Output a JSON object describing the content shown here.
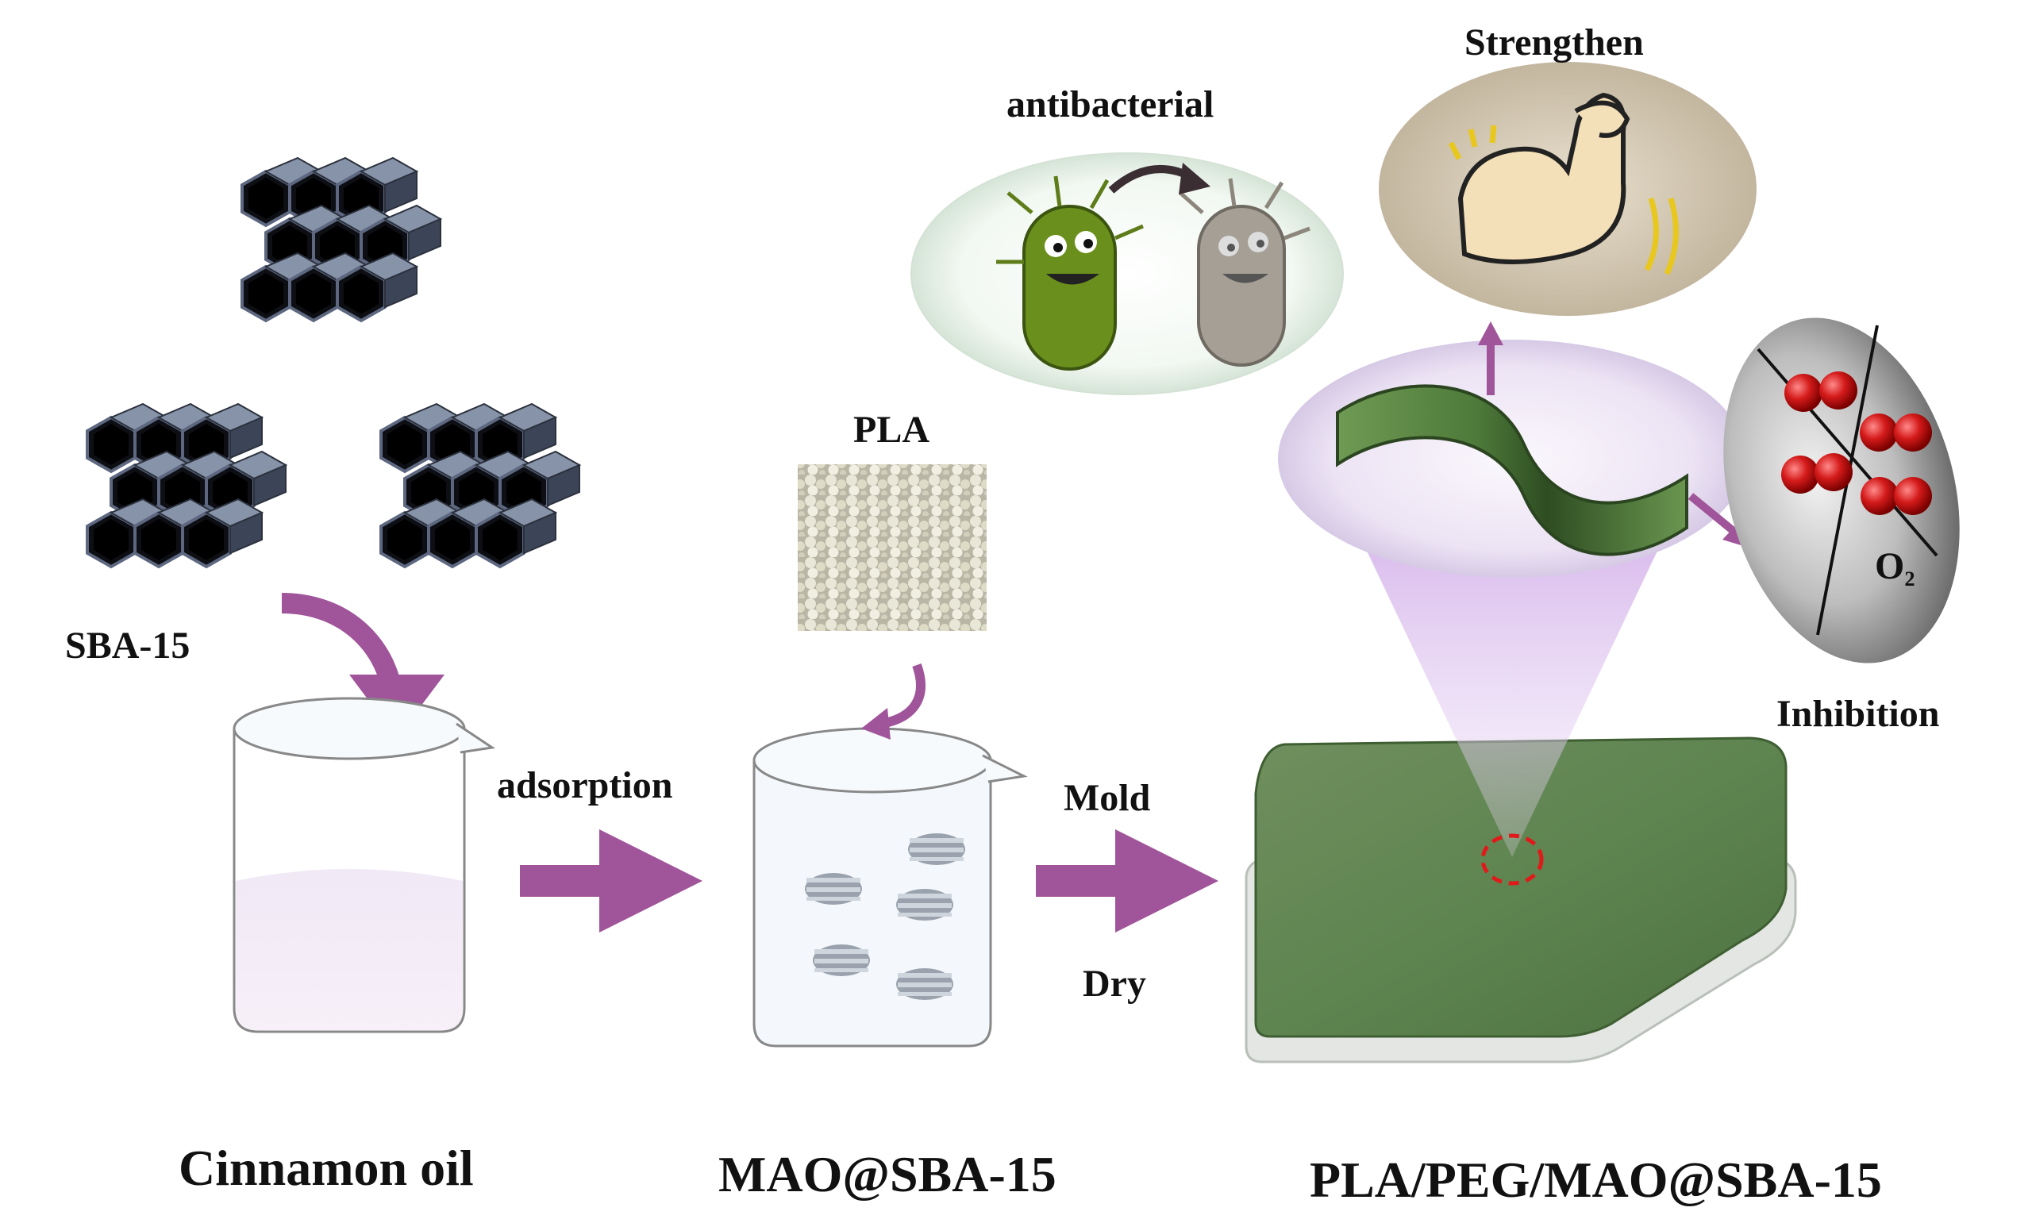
{
  "labels": {
    "sba15": "SBA-15",
    "adsorption": "adsorption",
    "mold": "Mold",
    "dry": "Dry",
    "pla": "PLA",
    "antibacterial": "antibacterial",
    "strengthen": "Strengthen",
    "inhibition": "Inhibition",
    "o2_main": "O",
    "o2_sub": "2"
  },
  "stage_labels": {
    "stage1": "Cinnamon oil",
    "stage2": "MAO@SBA-15",
    "stage3": "PLA/PEG/MAO@SBA-15"
  },
  "colors": {
    "arrow": "#a0559a",
    "film": "#5f8a4e",
    "bubble_lilac": "#e7dcf1",
    "bacteria_live": "#6b8f1c",
    "bacteria_dead": "#a59f95",
    "o2_molecule": "#d01c1c"
  },
  "icons": [
    "hexagonal-mesopore-icon",
    "beaker-icon",
    "pla-pellets-icon",
    "bacteria-icon",
    "flexed-arm-icon",
    "oxygen-molecule-icon",
    "film-sheet-icon"
  ]
}
